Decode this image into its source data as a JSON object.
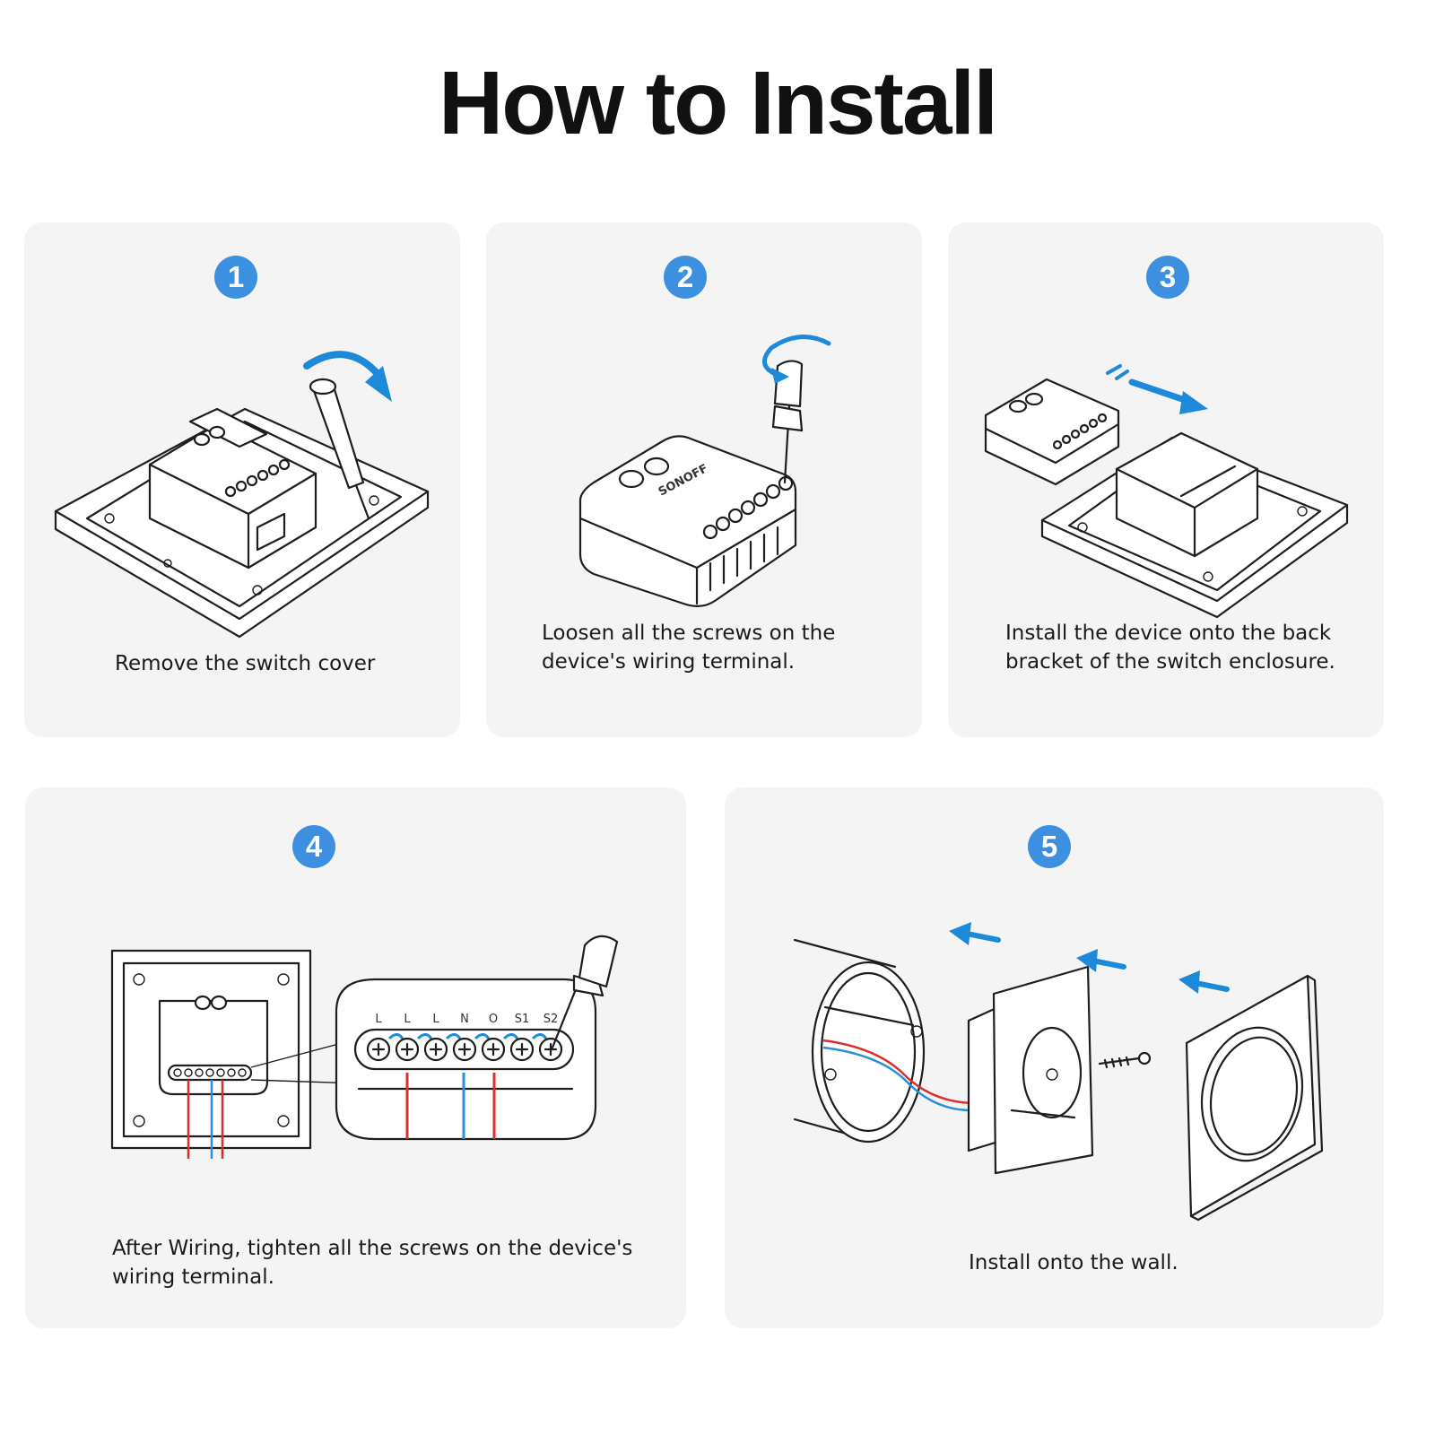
{
  "title": "How to Install",
  "colors": {
    "accent": "#3d8fe0",
    "arrow": "#1c8ad8",
    "card_bg": "#f4f4f4",
    "wire_red": "#d92f2f",
    "wire_blue": "#2e8fd6"
  },
  "steps": [
    {
      "number": "1",
      "caption_lines": [
        "Remove the switch cover"
      ]
    },
    {
      "number": "2",
      "caption_lines": [
        "Loosen all the screws on the",
        "device's wiring terminal."
      ]
    },
    {
      "number": "3",
      "caption_lines": [
        "Install the device onto the back",
        "bracket of the switch enclosure."
      ]
    },
    {
      "number": "4",
      "caption_lines": [
        "After Wiring, tighten all the screws on the device's",
        "wiring terminal."
      ]
    },
    {
      "number": "5",
      "caption_lines": [
        "Install onto the wall."
      ]
    }
  ],
  "device": {
    "brand": "SONOFF",
    "terminal_labels": [
      "L",
      "L",
      "L",
      "N",
      "O",
      "S1",
      "S2"
    ]
  }
}
